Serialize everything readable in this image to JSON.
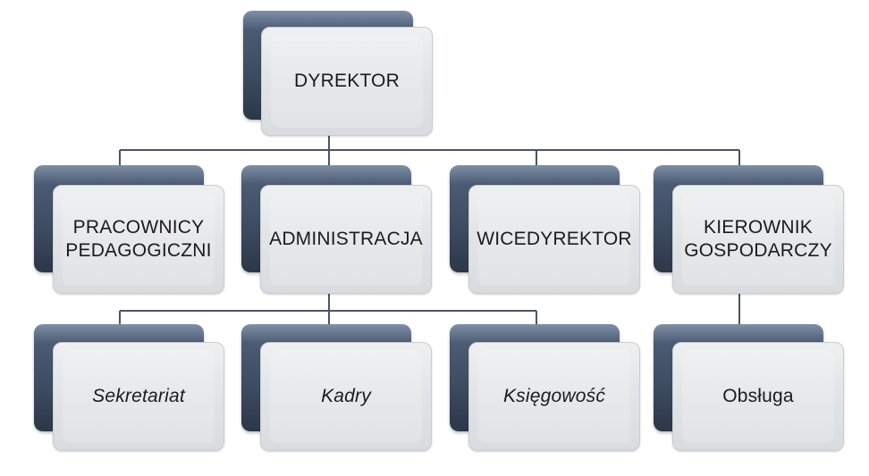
{
  "diagram": {
    "nodes": {
      "dyrektor": {
        "label": "DYREKTOR"
      },
      "pracownicy": {
        "label": "PRACOWNICY\nPEDAGOGICZNI"
      },
      "administracja": {
        "label": "ADMINISTRACJA"
      },
      "wicedyrektor": {
        "label": "WICEDYREKTOR"
      },
      "kierownik": {
        "label": "KIEROWNIK\nGOSPODARCZY"
      },
      "sekretariat": {
        "label": "Sekretariat"
      },
      "kadry": {
        "label": "Kadry"
      },
      "ksiegowosc": {
        "label": "Księgowość"
      },
      "obsluga": {
        "label": "Obsługa"
      }
    },
    "edges": [
      [
        "dyrektor",
        "pracownicy"
      ],
      [
        "dyrektor",
        "administracja"
      ],
      [
        "dyrektor",
        "wicedyrektor"
      ],
      [
        "dyrektor",
        "kierownik"
      ],
      [
        "administracja",
        "sekretariat"
      ],
      [
        "administracja",
        "kadry"
      ],
      [
        "administracja",
        "ksiegowosc"
      ],
      [
        "kierownik",
        "obsluga"
      ]
    ],
    "colors": {
      "back_card": "#3d4b60",
      "front_card": "#e3e6e8",
      "connector": "#4a5566",
      "text": "#1b1b1b"
    }
  }
}
